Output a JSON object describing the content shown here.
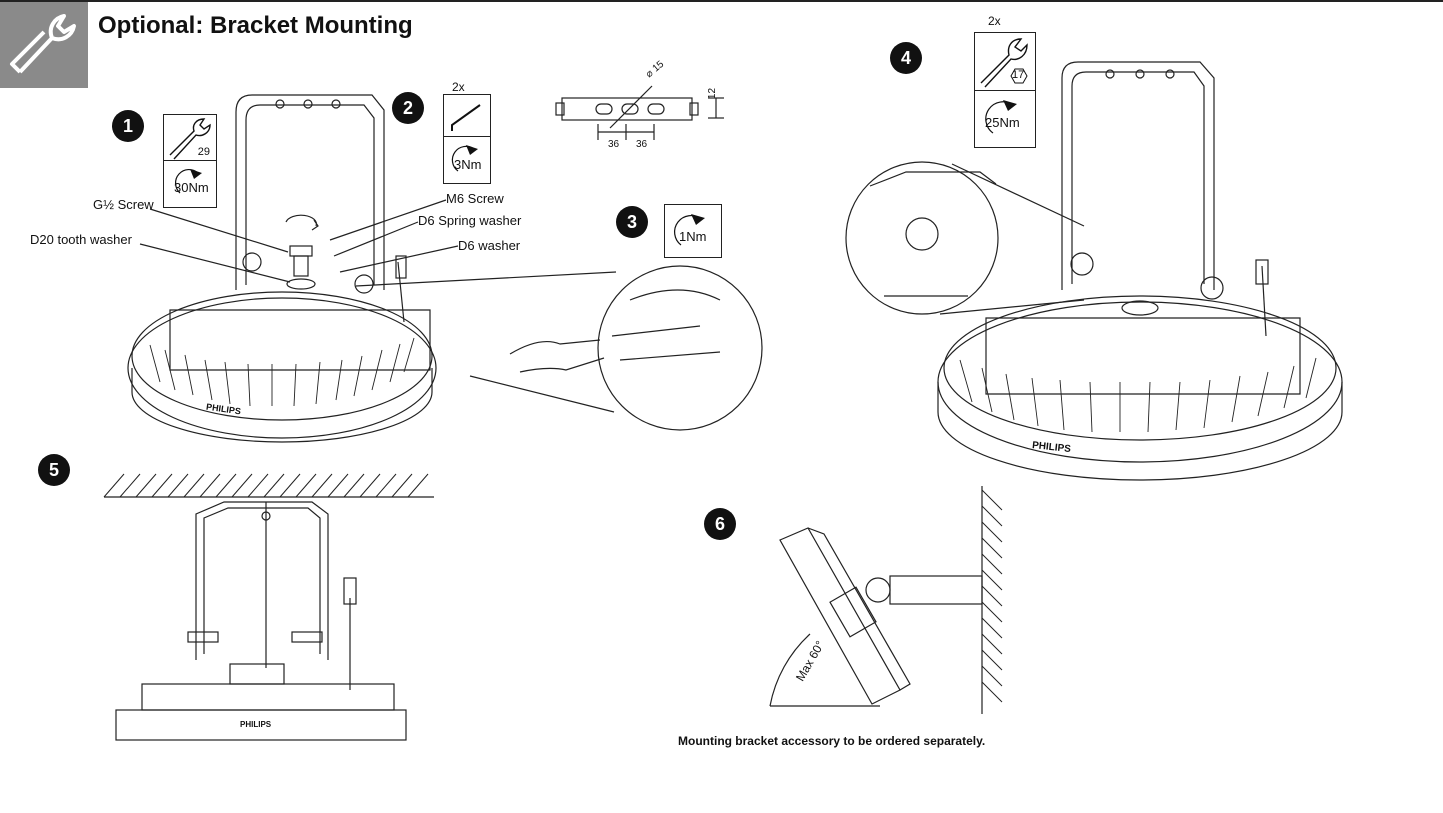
{
  "title": "Optional: Bracket Mounting",
  "steps": [
    "1",
    "2",
    "3",
    "4",
    "5",
    "6"
  ],
  "step1": {
    "wrench_size": "29",
    "torque": "30Nm"
  },
  "step2": {
    "count": "2x",
    "torque": "3Nm"
  },
  "step3": {
    "torque": "1Nm"
  },
  "step4": {
    "count": "2x",
    "wrench_size": "17",
    "torque": "25Nm"
  },
  "labels": {
    "g_screw": "G½ Screw",
    "m6_screw": "M6 Screw",
    "d6_spring_washer": "D6 Spring washer",
    "d20_tooth_washer": "D20 tooth washer",
    "d6_washer": "D6 washer"
  },
  "dimensions": {
    "diameter": "15",
    "height": "12",
    "width_left": "36",
    "width_right": "36"
  },
  "angle_label": "Max 60°",
  "brand": "PHILIPS",
  "note": "Mounting bracket accessory to be ordered separately."
}
